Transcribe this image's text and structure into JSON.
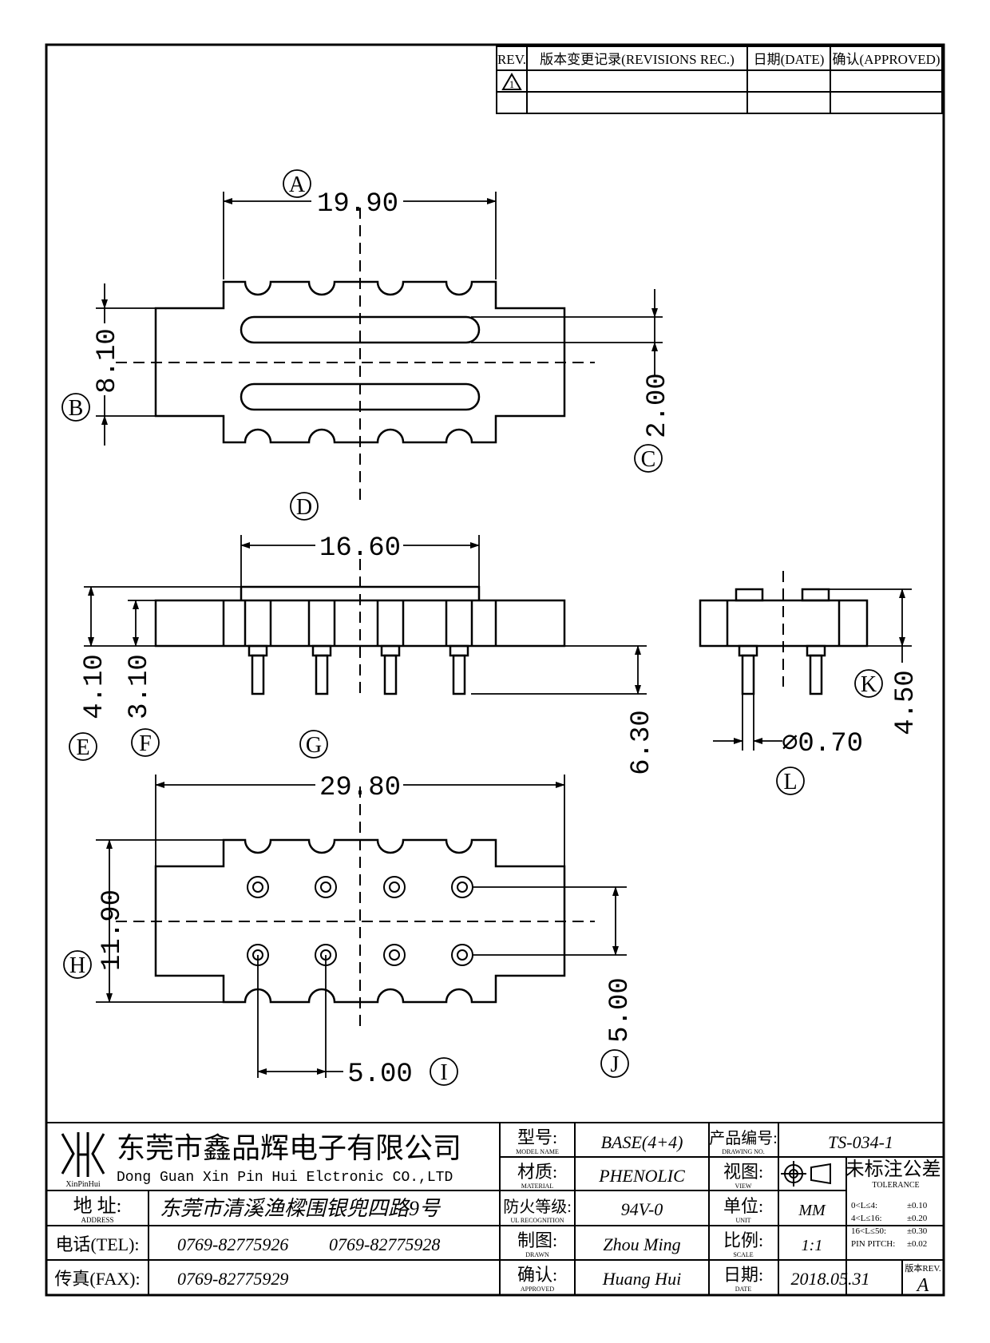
{
  "revision_block": {
    "headers": [
      "REV.",
      "版本变更记录(REVISIONS REC.)",
      "日期(DATE)",
      "确认(APPROVED)"
    ],
    "rev_symbol": "1"
  },
  "dimensions": {
    "A": {
      "label": "A",
      "value": "19.90"
    },
    "B": {
      "label": "B",
      "value": "8.10"
    },
    "C": {
      "label": "C",
      "value": "2.00"
    },
    "D": {
      "label": "D",
      "value": "16.60"
    },
    "E": {
      "label": "E",
      "value": "4.10"
    },
    "F": {
      "label": "F",
      "value": "3.10"
    },
    "pin_len": {
      "value": "6.30"
    },
    "G": {
      "label": "G",
      "value": "29.80"
    },
    "H": {
      "label": "H",
      "value": "11.90"
    },
    "I": {
      "label": "I",
      "value": "5.00"
    },
    "J": {
      "label": "J",
      "value": "5.00"
    },
    "K": {
      "label": "K",
      "value": "4.50"
    },
    "L": {
      "label": "L",
      "value": "⌀0.70"
    }
  },
  "title_block": {
    "logo_text": "XinPinHui",
    "company_cn": "东莞市鑫品辉电子有限公司",
    "company_en": "Dong Guan Xin Pin Hui Elctronic CO.,LTD",
    "address_label": "地 址:",
    "address_label_en": "ADDRESS",
    "address": "东莞市清溪渔樑围银兜四路9号",
    "tel_label": "电话(TEL):",
    "tel1": "0769-82775926",
    "tel2": "0769-82775928",
    "fax_label": "传真(FAX):",
    "fax": "0769-82775929",
    "model_label": "型号:",
    "model_label_en": "MODEL NAME",
    "model": "BASE(4+4)",
    "material_label": "材质:",
    "material_label_en": "MATERIAL",
    "material": "PHENOLIC",
    "ul_label": "防火等级:",
    "ul_label_en": "UL RECOGNITION",
    "ul": "94V-0",
    "drawn_label": "制图:",
    "drawn_label_en": "DRAWN",
    "drawn": "Zhou Ming",
    "approved_label": "确认:",
    "approved_label_en": "APPROVED",
    "approved": "Huang Hui",
    "drawing_no_label": "产品编号:",
    "drawing_no_label_en": "DRAWING NO.",
    "drawing_no": "TS-034-1",
    "view_label": "视图:",
    "view_label_en": "VIEW",
    "unit_label": "单位:",
    "unit_label_en": "UNIT",
    "unit": "MM",
    "scale_label": "比例:",
    "scale_label_en": "SCALE",
    "scale": "1:1",
    "date_label": "日期:",
    "date_label_en": "DATE",
    "date": "2018.05.31",
    "tolerance_title": "未标注公差:",
    "tolerance_title_en": "TOLERANCE",
    "tolerances": [
      {
        "range": "0<L≤4:",
        "value": "±0.10"
      },
      {
        "range": "4<L≤16:",
        "value": "±0.20"
      },
      {
        "range": "16<L≤50:",
        "value": "±0.30"
      },
      {
        "range": "PIN PITCH:",
        "value": "±0.02"
      }
    ],
    "rev_label": "版本REV.",
    "rev": "A"
  }
}
